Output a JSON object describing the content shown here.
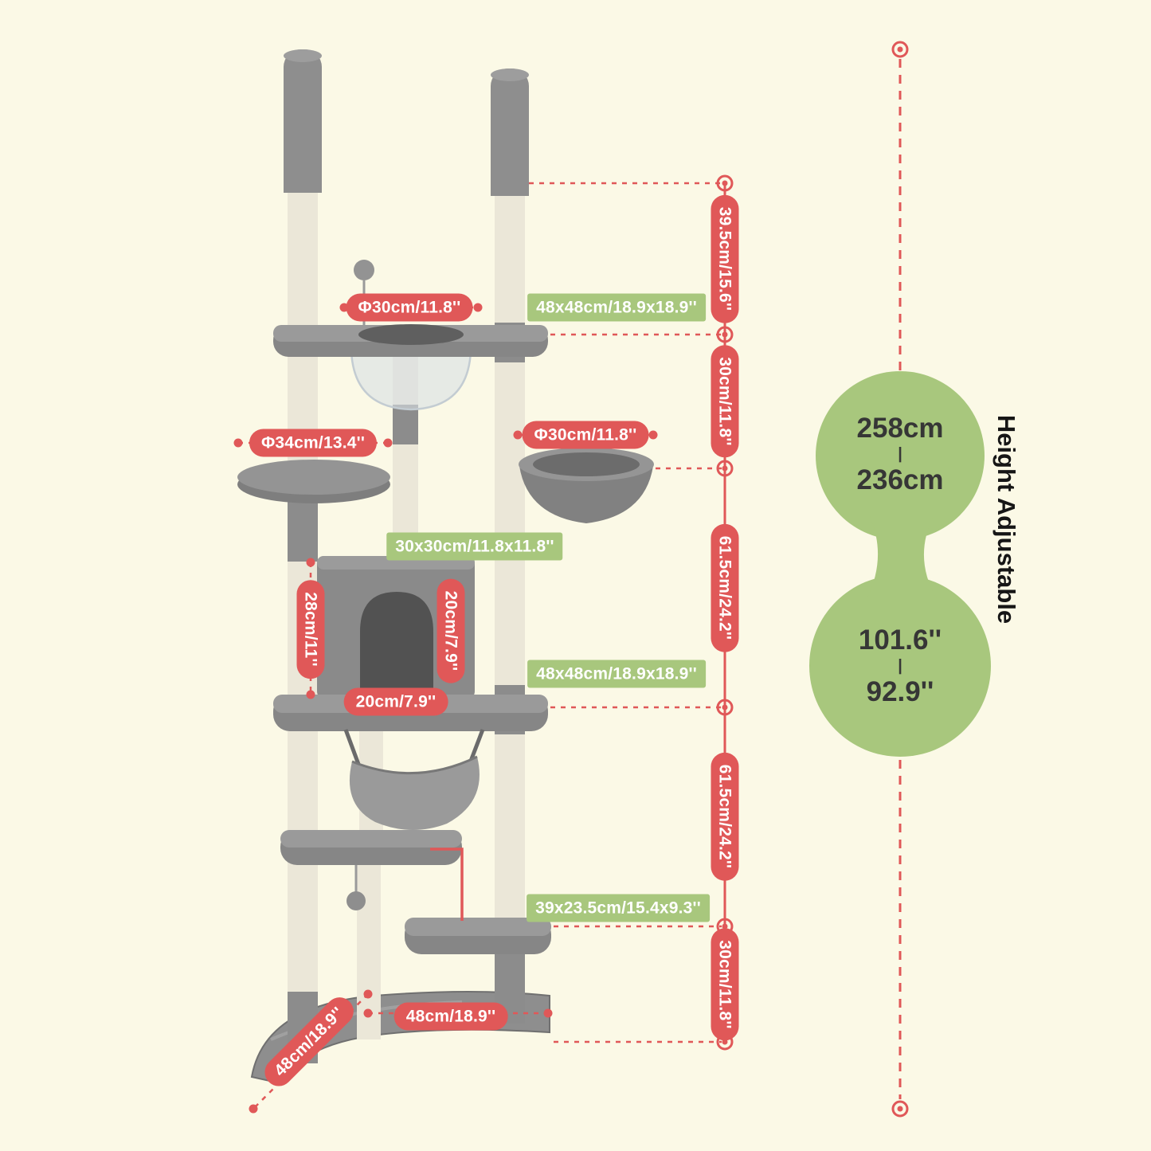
{
  "figure": {
    "tree_labels": {
      "top_hole_dia": "Φ30cm/11.8''",
      "top_platform_size": "48x48cm/18.9x18.9''",
      "left_perch_dia": "Φ34cm/13.4''",
      "basket_dia": "Φ30cm/11.8''",
      "condo_size": "30x30cm/11.8x11.8''",
      "condo_height": "28cm/11''",
      "door_height": "20cm/7.9''",
      "door_width": "20cm/7.9''",
      "mid_platform_size": "48x48cm/18.9x18.9''",
      "step_size": "39x23.5cm/15.4x9.3''",
      "base_width": "48cm/18.9''",
      "base_depth": "48cm/18.9''"
    },
    "dimension_line": {
      "segment_1": "39.5cm/15.6''",
      "segment_2": "30cm/11.8''",
      "segment_3": "61.5cm/24.2''",
      "segment_4": "61.5cm/24.2''",
      "segment_5": "30cm/11.8''"
    },
    "height_adjustable": {
      "label": "Height Adjustable",
      "cm_max": "258cm",
      "separator": "|",
      "cm_min": "236cm",
      "inch_max": "101.6''",
      "inch_min": "92.9''"
    },
    "colors": {
      "background": "#FBF9E6",
      "accent_red": "#E05858",
      "accent_green": "#A8C77D"
    }
  }
}
